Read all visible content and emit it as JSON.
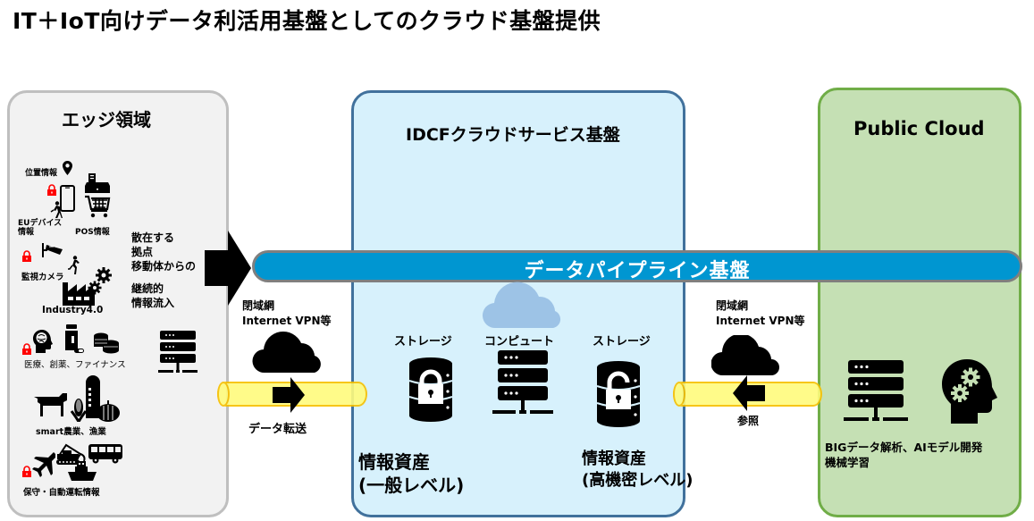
{
  "title": "IT＋IoT向けデータ利活用基盤としてのクラウド基盤提供",
  "colors": {
    "edge_bg": "#f2f2f2",
    "edge_border": "#bfbfbf",
    "idcf_bg": "#d7f1fc",
    "idcf_border": "#41719c",
    "public_bg": "#c5e0b4",
    "public_border": "#70ad47",
    "pipeline": "#0096d1",
    "tube": "#fffb7d",
    "tube_border": "#f7c000",
    "lock": "#ff0000",
    "cloud_blue": "#9dc3e6"
  },
  "edge": {
    "title": "エッジ領域",
    "items": {
      "location": "位置情報",
      "eu_device_line1": "EUデバイス",
      "eu_device_line2": "情報",
      "pos": "POS情報",
      "camera": "監視カメラ",
      "industry": "Industry4.0",
      "medical": "医療、創薬、ファイナンス",
      "agri": "smart農業、漁業",
      "maintenance": "保守・自動運転情報"
    },
    "flow_text": {
      "line1": "散在する",
      "line2": "拠点",
      "line3": "移動体からの",
      "line4": "継続的",
      "line5": "情報流入"
    }
  },
  "left_link": {
    "net_line1": "閉域網",
    "net_line2": "Internet VPN等",
    "label": "データ転送"
  },
  "pipeline": {
    "label": "データパイプライン基盤"
  },
  "idcf": {
    "title": "IDCFクラウドサービス基盤",
    "storage_left": "ストレージ",
    "compute": "コンピュート",
    "storage_right": "ストレージ",
    "asset_general_line1": "情報資産",
    "asset_general_line2": "(一般レベル)",
    "asset_secret_line1": "情報資産",
    "asset_secret_line2": "(高機密レベル)"
  },
  "right_link": {
    "net_line1": "閉域網",
    "net_line2": "Internet VPN等",
    "label": "参照"
  },
  "public": {
    "title": "Public Cloud",
    "desc_line1": "BIGデータ解析、AIモデル開発",
    "desc_line2": "機械学習"
  }
}
